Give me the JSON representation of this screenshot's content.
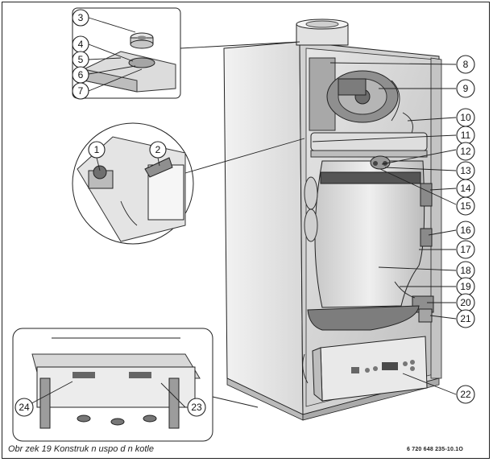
{
  "figure": {
    "caption": "Obr zek 19 Konstruk n uspo d n kotle",
    "code": "6 720 648 235-10.1O",
    "colors": {
      "line": "#222222",
      "panel_light": "#e8e8e8",
      "panel_mid": "#cfcfcf",
      "panel_dark": "#9a9a9a"
    }
  },
  "callouts": [
    {
      "id": "1",
      "label": "1"
    },
    {
      "id": "2",
      "label": "2"
    },
    {
      "id": "3",
      "label": "3"
    },
    {
      "id": "4",
      "label": "4"
    },
    {
      "id": "5",
      "label": "5"
    },
    {
      "id": "6",
      "label": "6"
    },
    {
      "id": "7",
      "label": "7"
    },
    {
      "id": "8",
      "label": "8"
    },
    {
      "id": "9",
      "label": "9"
    },
    {
      "id": "10",
      "label": "10"
    },
    {
      "id": "11",
      "label": "11"
    },
    {
      "id": "12",
      "label": "12"
    },
    {
      "id": "13",
      "label": "13"
    },
    {
      "id": "14",
      "label": "14"
    },
    {
      "id": "15",
      "label": "15"
    },
    {
      "id": "16",
      "label": "16"
    },
    {
      "id": "17",
      "label": "17"
    },
    {
      "id": "18",
      "label": "18"
    },
    {
      "id": "19",
      "label": "19"
    },
    {
      "id": "20",
      "label": "20"
    },
    {
      "id": "21",
      "label": "21"
    },
    {
      "id": "22",
      "label": "22"
    },
    {
      "id": "23",
      "label": "23"
    },
    {
      "id": "24",
      "label": "24"
    }
  ]
}
